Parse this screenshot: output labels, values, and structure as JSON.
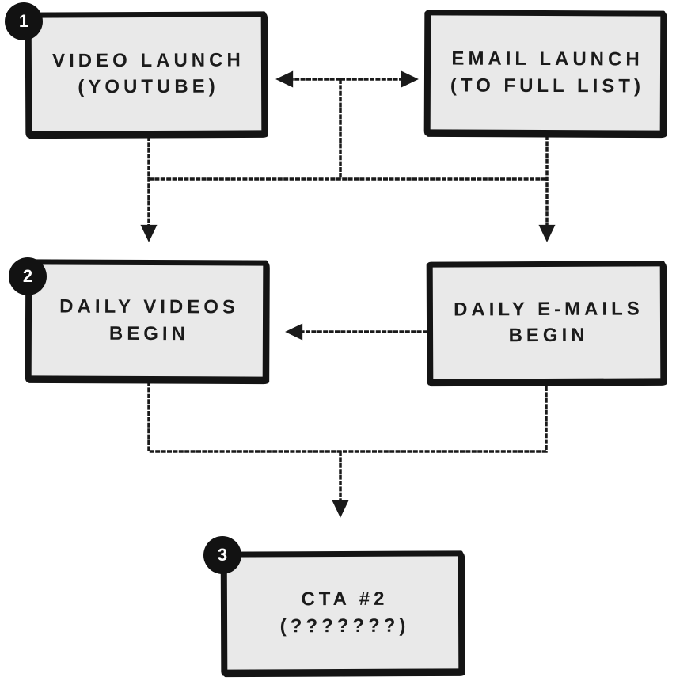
{
  "diagram": {
    "colors": {
      "background": "#ffffff",
      "box_fill": "#e9e9e9",
      "box_border": "#141414",
      "line": "#1a1a1a",
      "badge_bg": "#121212",
      "badge_text": "#ffffff",
      "text": "#1b1b1b"
    },
    "nodes": [
      {
        "id": "video-launch",
        "step_badge": "1",
        "line1": "VIDEO LAUNCH",
        "line2": "(YOUTUBE)"
      },
      {
        "id": "email-launch",
        "step_badge": "",
        "line1": "EMAIL LAUNCH",
        "line2": "(TO FULL LIST)"
      },
      {
        "id": "daily-videos",
        "step_badge": "2",
        "line1": "DAILY VIDEOS",
        "line2": "BEGIN"
      },
      {
        "id": "daily-emails",
        "step_badge": "",
        "line1": "DAILY E-MAILS",
        "line2": "BEGIN"
      },
      {
        "id": "cta-2",
        "step_badge": "3",
        "line1": "CTA #2",
        "line2": "(???????)"
      }
    ],
    "edges": [
      {
        "from": "video-launch",
        "to": "email-launch",
        "type": "bidirectional-horizontal"
      },
      {
        "from": "video-launch",
        "to": "daily-videos",
        "type": "arrow-down"
      },
      {
        "from": "email-launch",
        "to": "daily-emails",
        "type": "arrow-down"
      },
      {
        "from": "daily-emails",
        "to": "daily-videos",
        "type": "arrow-left"
      },
      {
        "from": "daily-videos",
        "to": "cta-2",
        "type": "merge-arrow-down"
      },
      {
        "from": "daily-emails",
        "to": "cta-2",
        "type": "merge-arrow-down"
      }
    ]
  }
}
